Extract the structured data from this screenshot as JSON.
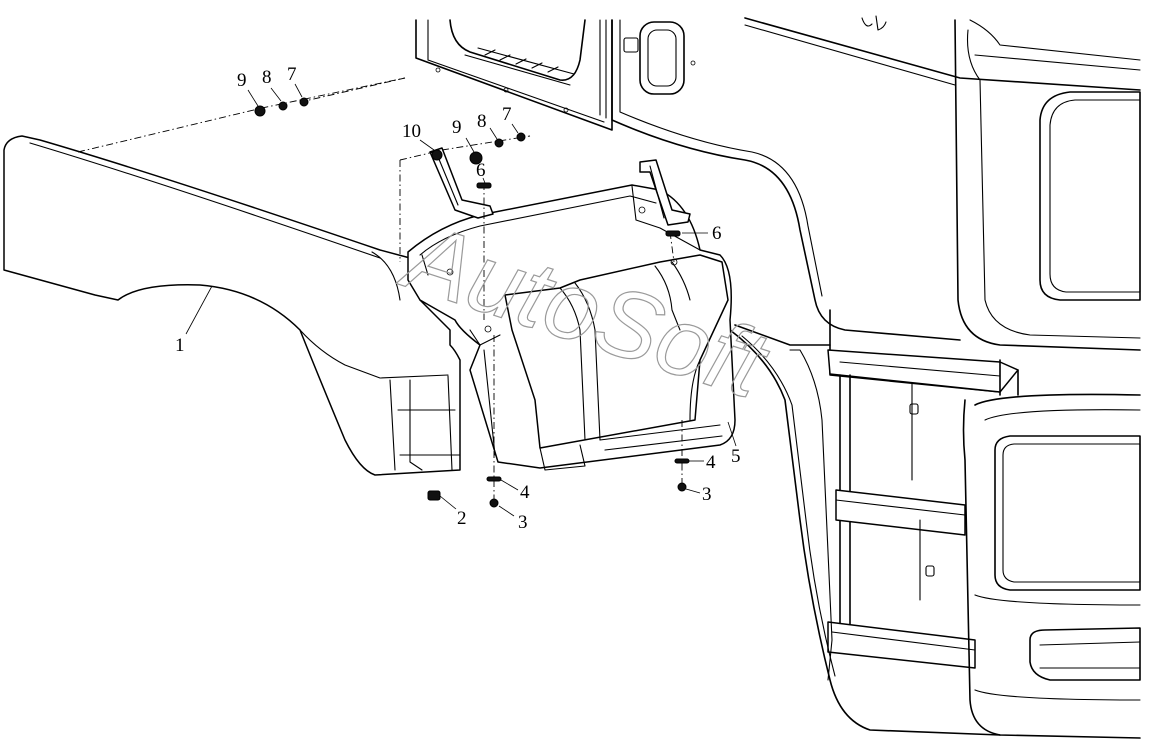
{
  "diagram": {
    "labels": {
      "l1": "1",
      "l2": "2",
      "l3a": "3",
      "l3b": "3",
      "l4a": "4",
      "l4b": "4",
      "l5": "5",
      "l6a": "6",
      "l6b": "6",
      "l7a": "7",
      "l7b": "7",
      "l8a": "8",
      "l8b": "8",
      "l9a": "9",
      "l9b": "9",
      "l10": "10"
    },
    "watermark": "AutoSoft"
  }
}
